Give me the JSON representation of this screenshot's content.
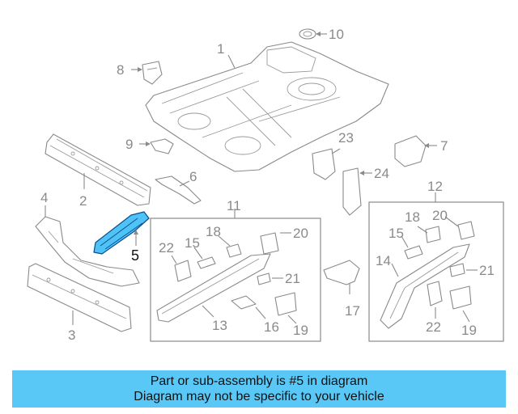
{
  "callouts": {
    "c1": "1",
    "c2": "2",
    "c3": "3",
    "c4": "4",
    "c5": "5",
    "c6": "6",
    "c7": "7",
    "c8": "8",
    "c9": "9",
    "c10": "10",
    "c11": "11",
    "c12": "12",
    "c13": "13",
    "c14": "14",
    "c15a": "15",
    "c15b": "15",
    "c16": "16",
    "c17": "17",
    "c18a": "18",
    "c18b": "18",
    "c19a": "19",
    "c19b": "19",
    "c20a": "20",
    "c20b": "20",
    "c21a": "21",
    "c21b": "21",
    "c22a": "22",
    "c22b": "22",
    "c23": "23",
    "c24": "24"
  },
  "highlight": {
    "part_number": "5",
    "color": "#4fc3f7",
    "outline": "#0a4d8c"
  },
  "banner": {
    "line1": "Part or sub-assembly is #5 in diagram",
    "line2": "Diagram may not be specific to your vehicle",
    "color": "#5ac8f6"
  }
}
